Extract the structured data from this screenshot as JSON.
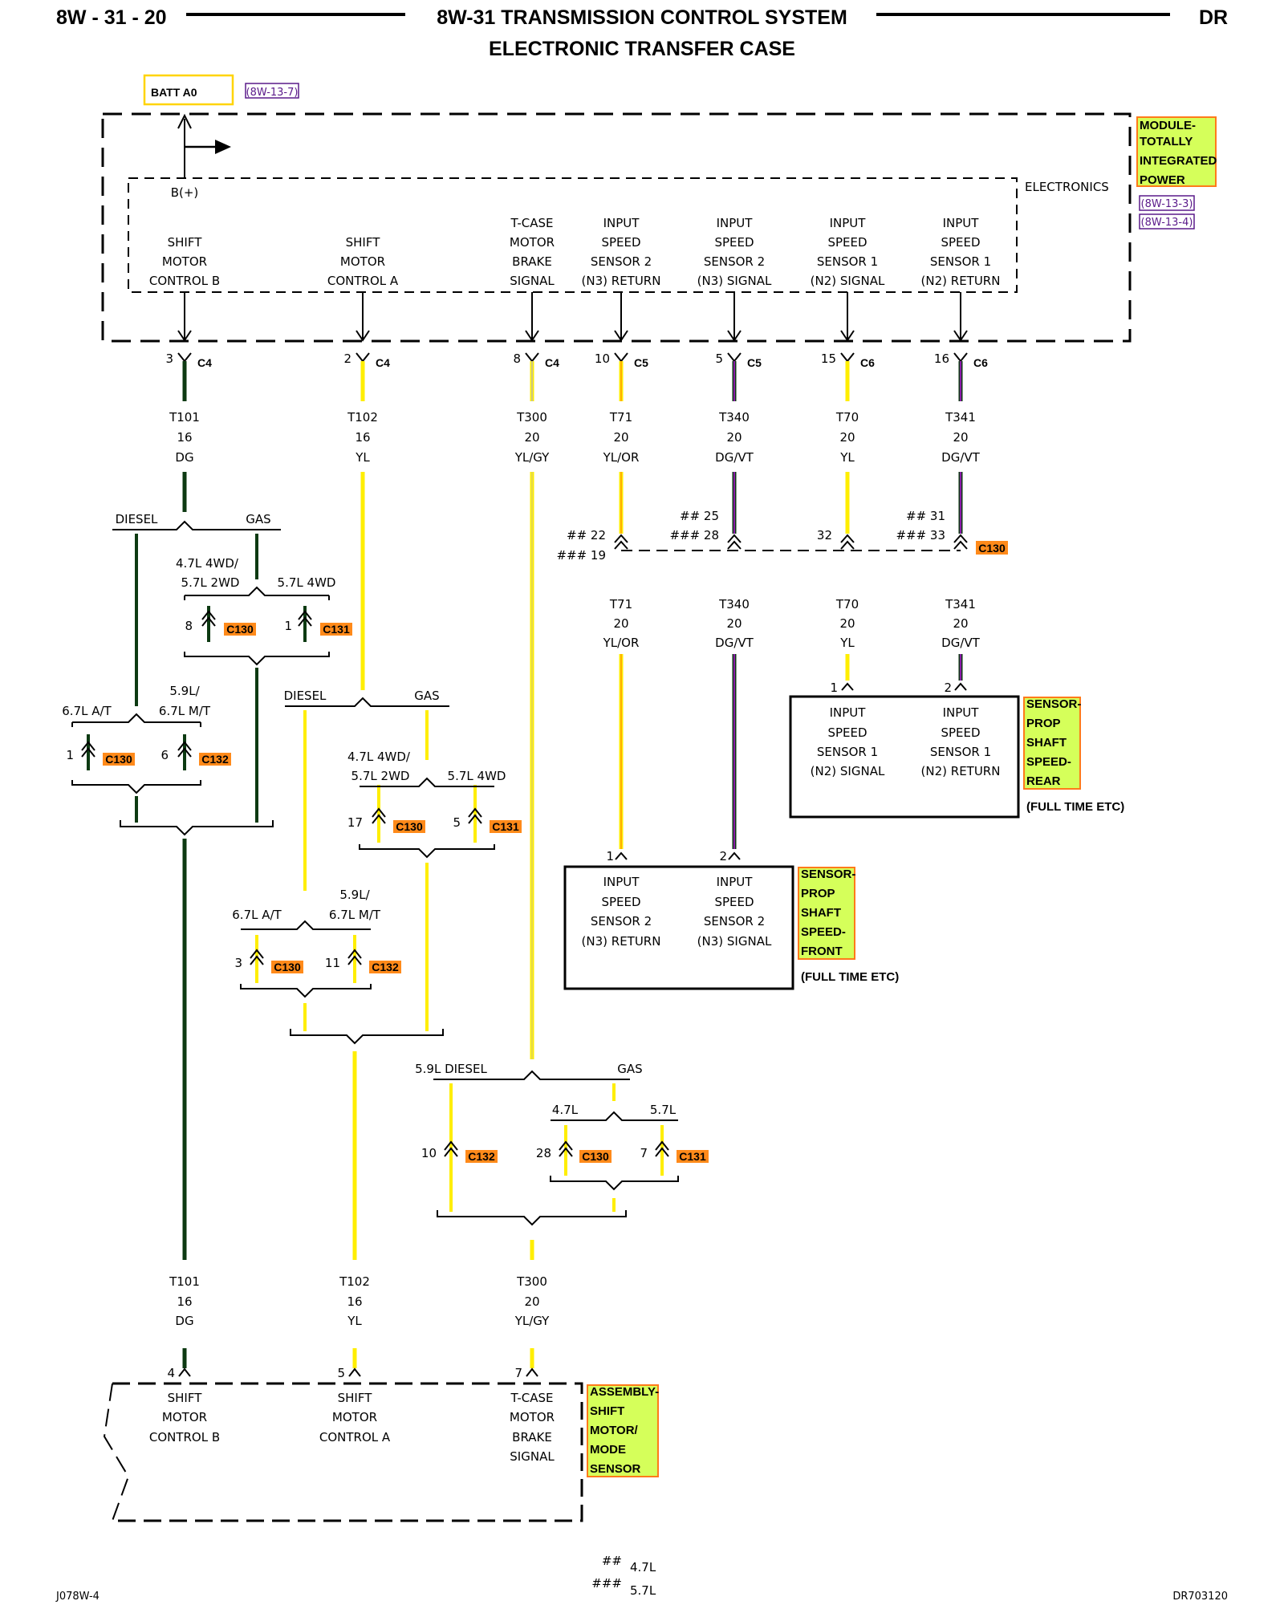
{
  "header": {
    "page_ref": "8W - 31 - 20",
    "title_line1": "8W-31 TRANSMISSION CONTROL SYSTEM",
    "title_line2": "ELECTRONIC TRANSFER CASE",
    "vehicle": "DR"
  },
  "footer": {
    "left_code": "J078W-4",
    "right_code": "DR703120",
    "legend": [
      {
        "symbol": "##",
        "meaning": "4.7L"
      },
      {
        "symbol": "###",
        "meaning": "5.7L"
      }
    ]
  },
  "power": {
    "fuse_label": "BATT A0",
    "ref": "(8W-13-7)",
    "bplus": "B(+)"
  },
  "tipm": {
    "label_lines": [
      "MODULE-",
      "TOTALLY",
      "INTEGRATED",
      "POWER"
    ],
    "refs": [
      "(8W-13-3)",
      "(8W-13-4)"
    ],
    "electronics_label": "ELECTRONICS",
    "pins": [
      {
        "lines": [
          "SHIFT",
          "MOTOR",
          "CONTROL B"
        ],
        "pin": "3",
        "conn": "C4"
      },
      {
        "lines": [
          "SHIFT",
          "MOTOR",
          "CONTROL A"
        ],
        "pin": "2",
        "conn": "C4"
      },
      {
        "lines": [
          "T-CASE",
          "MOTOR",
          "BRAKE",
          "SIGNAL"
        ],
        "pin": "8",
        "conn": "C4"
      },
      {
        "lines": [
          "INPUT",
          "SPEED",
          "SENSOR 2",
          "(N3) RETURN"
        ],
        "pin": "10",
        "conn": "C5"
      },
      {
        "lines": [
          "INPUT",
          "SPEED",
          "SENSOR 2",
          "(N3) SIGNAL"
        ],
        "pin": "5",
        "conn": "C5"
      },
      {
        "lines": [
          "INPUT",
          "SPEED",
          "SENSOR 1",
          "(N2) SIGNAL"
        ],
        "pin": "15",
        "conn": "C6"
      },
      {
        "lines": [
          "INPUT",
          "SPEED",
          "SENSOR 1",
          "(N2) RETURN"
        ],
        "pin": "16",
        "conn": "C6"
      }
    ]
  },
  "wires_top": [
    {
      "circuit": "T101",
      "gauge": "16",
      "color": "DG"
    },
    {
      "circuit": "T102",
      "gauge": "16",
      "color": "YL"
    },
    {
      "circuit": "T300",
      "gauge": "20",
      "color": "YL/GY"
    },
    {
      "circuit": "T71",
      "gauge": "20",
      "color": "YL/OR"
    },
    {
      "circuit": "T340",
      "gauge": "20",
      "color": "DG/VT"
    },
    {
      "circuit": "T70",
      "gauge": "20",
      "color": "YL"
    },
    {
      "circuit": "T341",
      "gauge": "20",
      "color": "DG/VT"
    }
  ],
  "c130_row": {
    "conn": "C130",
    "pins": [
      {
        "a": "## 22",
        "b": "### 19"
      },
      {
        "a": "## 25",
        "b": "### 28"
      },
      {
        "a": "32",
        "b": ""
      },
      {
        "a": "## 31",
        "b": "### 33"
      }
    ]
  },
  "wires_mid": [
    {
      "circuit": "T71",
      "gauge": "20",
      "color": "YL/OR"
    },
    {
      "circuit": "T340",
      "gauge": "20",
      "color": "DG/VT"
    },
    {
      "circuit": "T70",
      "gauge": "20",
      "color": "YL"
    },
    {
      "circuit": "T341",
      "gauge": "20",
      "color": "DG/VT"
    }
  ],
  "sensor_rear": {
    "pins": [
      "1",
      "2"
    ],
    "cols": [
      [
        "INPUT",
        "SPEED",
        "SENSOR 1",
        "(N2) SIGNAL"
      ],
      [
        "INPUT",
        "SPEED",
        "SENSOR 1",
        "(N2) RETURN"
      ]
    ],
    "label_lines": [
      "SENSOR-",
      "PROP",
      "SHAFT",
      "SPEED-",
      "REAR"
    ],
    "note": "(FULL TIME ETC)"
  },
  "sensor_front": {
    "pins": [
      "1",
      "2"
    ],
    "cols": [
      [
        "INPUT",
        "SPEED",
        "SENSOR 2",
        "(N3) RETURN"
      ],
      [
        "INPUT",
        "SPEED",
        "SENSOR 2",
        "(N3) SIGNAL"
      ]
    ],
    "label_lines": [
      "SENSOR-",
      "PROP",
      "SHAFT",
      "SPEED-",
      "FRONT"
    ],
    "note": "(FULL TIME ETC)"
  },
  "branch_dg": {
    "diesel": "DIESEL",
    "gas": "GAS",
    "gas_left": "4.7L 4WD/",
    "gas_left2": "5.7L 2WD",
    "gas_right": "5.7L 4WD",
    "gas_pins": [
      {
        "pin": "8",
        "conn": "C130"
      },
      {
        "pin": "1",
        "conn": "C131"
      }
    ],
    "diesel_left": "6.7L A/T",
    "diesel_right1": "5.9L/",
    "diesel_right2": "6.7L M/T",
    "diesel_pins": [
      {
        "pin": "1",
        "conn": "C130"
      },
      {
        "pin": "6",
        "conn": "C132"
      }
    ]
  },
  "branch_yl": {
    "diesel": "DIESEL",
    "gas": "GAS",
    "gas_left": "4.7L 4WD/",
    "gas_left2": "5.7L 2WD",
    "gas_right": "5.7L 4WD",
    "gas_pins": [
      {
        "pin": "17",
        "conn": "C130"
      },
      {
        "pin": "5",
        "conn": "C131"
      }
    ],
    "diesel_left": "6.7L A/T",
    "diesel_right1": "5.9L/",
    "diesel_right2": "6.7L M/T",
    "diesel_pins": [
      {
        "pin": "3",
        "conn": "C130"
      },
      {
        "pin": "11",
        "conn": "C132"
      }
    ]
  },
  "branch_gy": {
    "diesel": "5.9L DIESEL",
    "gas": "GAS",
    "gas_left": "4.7L",
    "gas_right": "5.7L",
    "diesel_pin": {
      "pin": "10",
      "conn": "C132"
    },
    "gas_pins": [
      {
        "pin": "28",
        "conn": "C130"
      },
      {
        "pin": "7",
        "conn": "C131"
      }
    ]
  },
  "wires_bottom": [
    {
      "circuit": "T101",
      "gauge": "16",
      "color": "DG"
    },
    {
      "circuit": "T102",
      "gauge": "16",
      "color": "YL"
    },
    {
      "circuit": "T300",
      "gauge": "20",
      "color": "YL/GY"
    }
  ],
  "assembly": {
    "pins": [
      "4",
      "5",
      "7"
    ],
    "cols": [
      [
        "SHIFT",
        "MOTOR",
        "CONTROL B"
      ],
      [
        "SHIFT",
        "MOTOR",
        "CONTROL A"
      ],
      [
        "T-CASE",
        "MOTOR",
        "BRAKE",
        "SIGNAL"
      ]
    ],
    "label_lines": [
      "ASSEMBLY-",
      "SHIFT",
      "MOTOR/",
      "MODE",
      "SENSOR"
    ]
  },
  "colors": {
    "dg": "#0d3a12",
    "yl": "#ffee00",
    "or": "#ff9a00",
    "vt": "#8a1aa8",
    "gy": "#b8b8b8",
    "tag_fill": "#d5ff5a",
    "tag_border": "#ff7a1a"
  }
}
